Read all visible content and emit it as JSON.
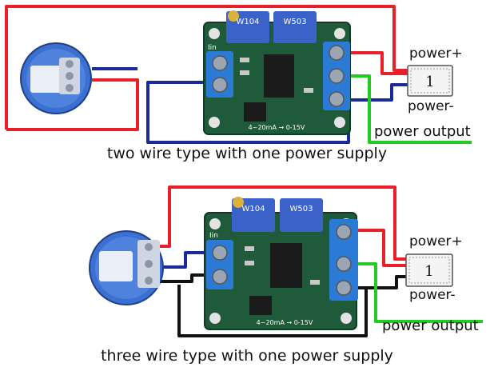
{
  "top_example": {
    "caption": "two wire type with one power supply",
    "power_plus": "power+",
    "power_minus": "power-",
    "power_output": "power output",
    "supply_number": "1",
    "board": {
      "pot_left": "W104",
      "pot_right": "W503",
      "input_label": "Iin",
      "output_label": "4~20mA → 0-15V"
    }
  },
  "bottom_example": {
    "caption": "three wire type with one power supply",
    "power_plus": "power+",
    "power_minus": "power-",
    "power_output": "power output",
    "supply_number": "1",
    "board": {
      "pot_left": "W104",
      "pot_right": "W503",
      "input_label": "Iin",
      "output_label": "4~20mA → 0-15V"
    }
  },
  "colors": {
    "wire_red": "#e8202a",
    "wire_blue": "#1a2a9a",
    "wire_green": "#22cc22",
    "wire_black": "#111111",
    "pcb_green": "#1f5a3a",
    "terminal_blue": "#2b7bd6",
    "potentiometer_blue": "#3a62c8",
    "sensor_blue": "#3b6fd0"
  }
}
